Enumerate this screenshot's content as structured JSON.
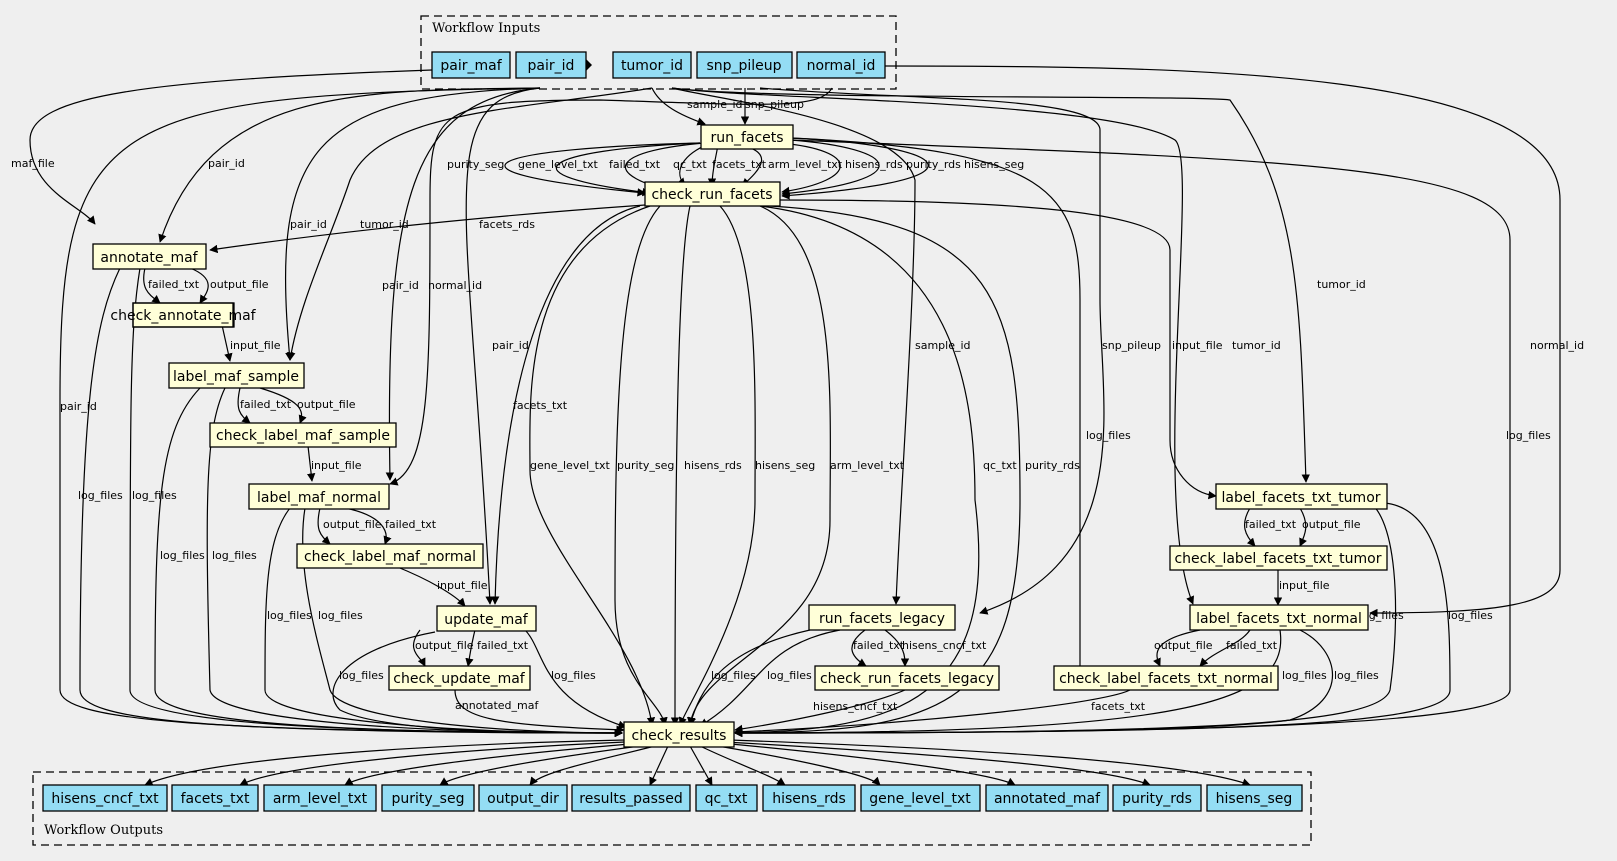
{
  "clusters": {
    "inputs_title": "Workflow Inputs",
    "outputs_title": "Workflow Outputs"
  },
  "colors": {
    "io_node": "#94ddf4",
    "step_node": "#ffffd8",
    "background": "#efefef"
  },
  "inputs": {
    "pair_maf": "pair_maf",
    "pair_id": "pair_id",
    "tumor_id": "tumor_id",
    "snp_pileup": "snp_pileup",
    "normal_id": "normal_id"
  },
  "steps": {
    "run_facets": "run_facets",
    "check_run_facets": "check_run_facets",
    "annotate_maf": "annotate_maf",
    "check_annotate_maf": "check_annotate_maf",
    "label_maf_sample": "label_maf_sample",
    "check_label_maf_sample": "check_label_maf_sample",
    "label_maf_normal": "label_maf_normal",
    "check_label_maf_normal": "check_label_maf_normal",
    "update_maf": "update_maf",
    "check_update_maf": "check_update_maf",
    "run_facets_legacy": "run_facets_legacy",
    "check_run_facets_legacy": "check_run_facets_legacy",
    "label_facets_txt_tumor": "label_facets_txt_tumor",
    "check_label_facets_txt_tumor": "check_label_facets_txt_tumor",
    "label_facets_txt_normal": "label_facets_txt_normal",
    "check_label_facets_txt_normal": "check_label_facets_txt_normal",
    "check_results": "check_results"
  },
  "outputs": {
    "hisens_cncf_txt": "hisens_cncf_txt",
    "facets_txt": "facets_txt",
    "arm_level_txt": "arm_level_txt",
    "purity_seg": "purity_seg",
    "output_dir": "output_dir",
    "results_passed": "results_passed",
    "qc_txt": "qc_txt",
    "hisens_rds": "hisens_rds",
    "gene_level_txt": "gene_level_txt",
    "annotated_maf": "annotated_maf",
    "purity_rds": "purity_rds",
    "hisens_seg": "hisens_seg"
  },
  "edge_labels": {
    "maf_file": "maf_file",
    "pair_id": "pair_id",
    "tumor_id": "tumor_id",
    "normal_id": "normal_id",
    "sample_id": "sample_id",
    "snp_pileup": "snp_pileup",
    "purity_seg": "purity_seg",
    "gene_level_txt": "gene_level_txt",
    "failed_txt": "failed_txt",
    "qc_txt": "qc_txt",
    "facets_txt": "facets_txt",
    "arm_level_txt": "arm_level_txt",
    "hisens_rds": "hisens_rds",
    "purity_rds": "purity_rds",
    "hisens_seg": "hisens_seg",
    "facets_rds": "facets_rds",
    "output_file": "output_file",
    "input_file": "input_file",
    "log_files": "log_files",
    "hisens_cncf_txt": "hisens_cncf_txt",
    "annotated_maf": "annotated_maf"
  }
}
